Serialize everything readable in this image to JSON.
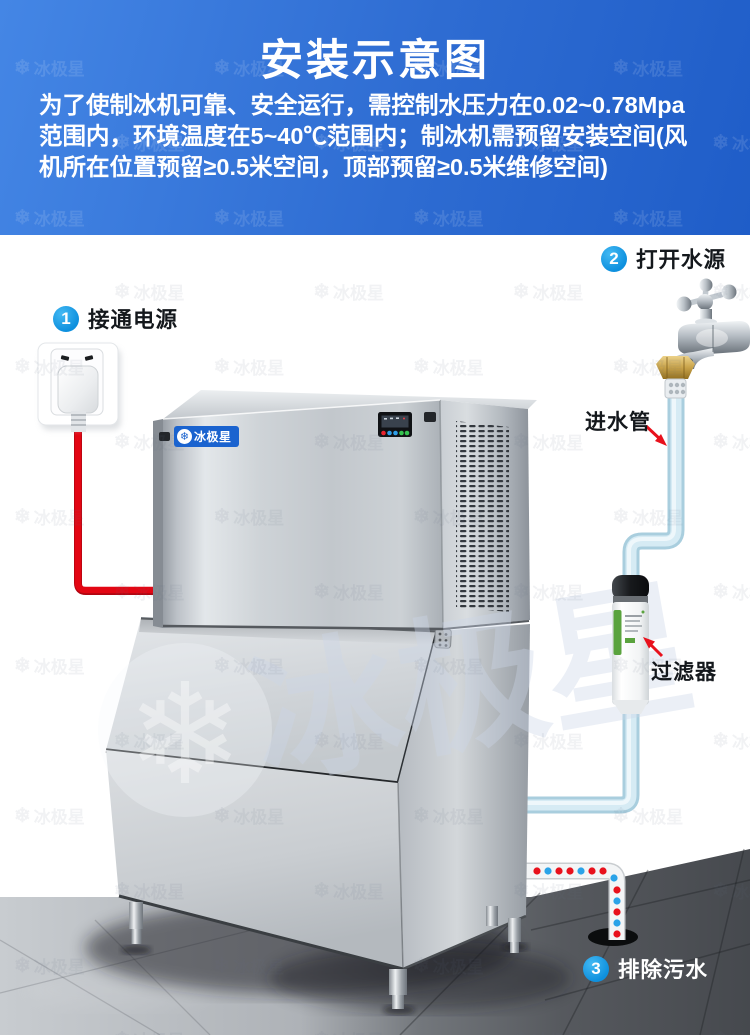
{
  "header": {
    "title": "安装示意图",
    "description": "为了使制冰机可靠、安全运行，需控制水压力在0.02~0.78Mpa范围内，环境温度在5~40℃范围内；制冰机需预留安装空间(风机所在位置预留≥0.5米空间，顶部预留≥0.5米维修空间)"
  },
  "brand": {
    "name": "冰极星",
    "logo_icon": "snowflake"
  },
  "steps": [
    {
      "number": "1",
      "label": "接通电源"
    },
    {
      "number": "2",
      "label": "打开水源"
    },
    {
      "number": "3",
      "label": "排除污水"
    }
  ],
  "annotations": {
    "inlet_pipe": "进水管",
    "filter": "过滤器"
  },
  "watermark": {
    "text": "冰极星",
    "icon": "snowflake"
  },
  "colors": {
    "header_blue_top": "#4486e5",
    "header_blue_bottom": "#1f5dc8",
    "step_badge_blue": "#14a0e8",
    "power_cable_red": "#e30613",
    "water_pipe_blue": "#c3e0ee",
    "drain_dot_red": "#e8111c",
    "drain_dot_blue": "#2aa3e8",
    "brand_plate_blue": "#1a63cf"
  }
}
